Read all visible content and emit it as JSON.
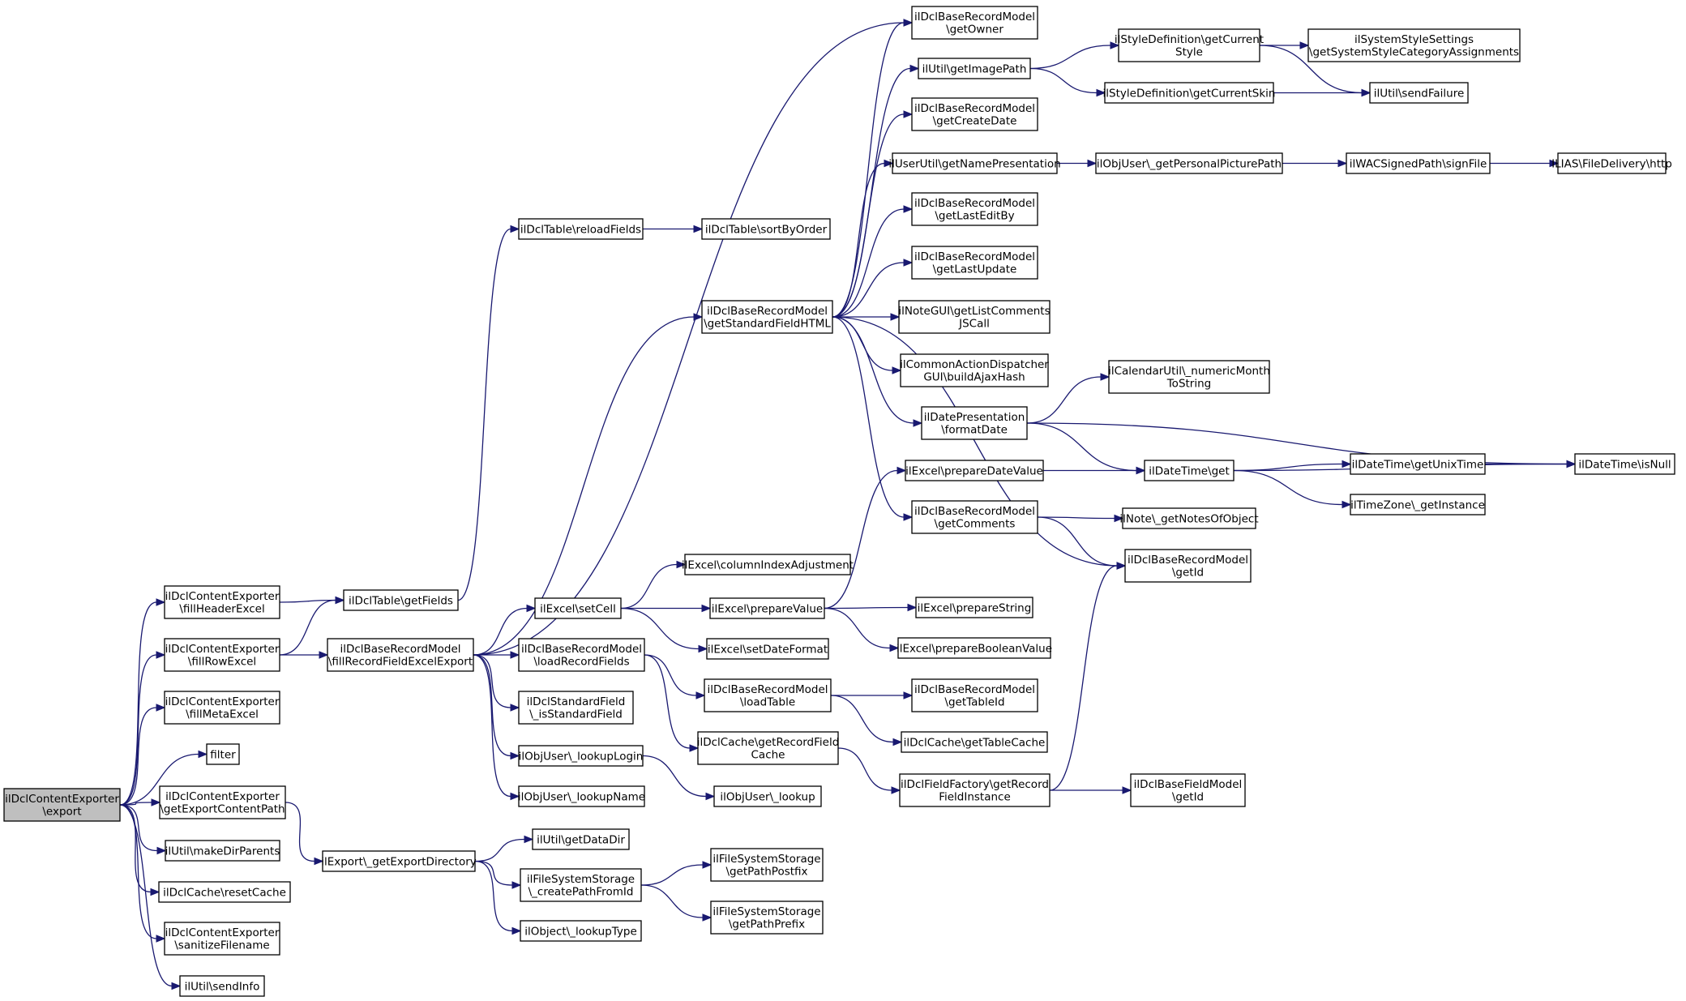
{
  "graph": {
    "root": "export",
    "nodes": [
      {
        "id": "export",
        "lines": [
          "ilDclContentExporter",
          "\\export"
        ],
        "root": true
      },
      {
        "id": "fillHeaderExcel",
        "lines": [
          "ilDclContentExporter",
          "\\fillHeaderExcel"
        ]
      },
      {
        "id": "fillRowExcel",
        "lines": [
          "ilDclContentExporter",
          "\\fillRowExcel"
        ]
      },
      {
        "id": "fillMetaExcel",
        "lines": [
          "ilDclContentExporter",
          "\\fillMetaExcel"
        ]
      },
      {
        "id": "filter",
        "lines": [
          "filter"
        ]
      },
      {
        "id": "getExportContentPath",
        "lines": [
          "ilDclContentExporter",
          "\\getExportContentPath"
        ]
      },
      {
        "id": "makeDirParents",
        "lines": [
          "ilUtil\\makeDirParents"
        ]
      },
      {
        "id": "resetCache",
        "lines": [
          "ilDclCache\\resetCache"
        ]
      },
      {
        "id": "sanitizeFilename",
        "lines": [
          "ilDclContentExporter",
          "\\sanitizeFilename"
        ]
      },
      {
        "id": "sendInfo",
        "lines": [
          "ilUtil\\sendInfo"
        ]
      },
      {
        "id": "getFields",
        "lines": [
          "ilDclTable\\getFields"
        ]
      },
      {
        "id": "fillRecordFieldExcelExport",
        "lines": [
          "ilDclBaseRecordModel",
          "\\fillRecordFieldExcelExport"
        ]
      },
      {
        "id": "getExportDirectory",
        "lines": [
          "ilExport\\_getExportDirectory"
        ]
      },
      {
        "id": "reloadFields",
        "lines": [
          "ilDclTable\\reloadFields"
        ]
      },
      {
        "id": "sortByOrder",
        "lines": [
          "ilDclTable\\sortByOrder"
        ]
      },
      {
        "id": "getStandardFieldHTML",
        "lines": [
          "ilDclBaseRecordModel",
          "\\getStandardFieldHTML"
        ]
      },
      {
        "id": "setCell",
        "lines": [
          "ilExcel\\setCell"
        ]
      },
      {
        "id": "loadRecordFields",
        "lines": [
          "ilDclBaseRecordModel",
          "\\loadRecordFields"
        ]
      },
      {
        "id": "isStandardField",
        "lines": [
          "ilDclStandardField",
          "\\_isStandardField"
        ]
      },
      {
        "id": "lookupLogin",
        "lines": [
          "ilObjUser\\_lookupLogin"
        ]
      },
      {
        "id": "lookupName",
        "lines": [
          "ilObjUser\\_lookupName"
        ]
      },
      {
        "id": "getDataDir",
        "lines": [
          "ilUtil\\getDataDir"
        ]
      },
      {
        "id": "createPathFromId",
        "lines": [
          "ilFileSystemStorage",
          "\\_createPathFromId"
        ]
      },
      {
        "id": "lookupType",
        "lines": [
          "ilObject\\_lookupType"
        ]
      },
      {
        "id": "getPathPostfix",
        "lines": [
          "ilFileSystemStorage",
          "\\getPathPostfix"
        ]
      },
      {
        "id": "getPathPrefix",
        "lines": [
          "ilFileSystemStorage",
          "\\getPathPrefix"
        ]
      },
      {
        "id": "columnIndexAdjustment",
        "lines": [
          "ilExcel\\columnIndexAdjustment"
        ]
      },
      {
        "id": "prepareValue",
        "lines": [
          "ilExcel\\prepareValue"
        ]
      },
      {
        "id": "setDateFormat",
        "lines": [
          "ilExcel\\setDateFormat"
        ]
      },
      {
        "id": "loadTable",
        "lines": [
          "ilDclBaseRecordModel",
          "\\loadTable"
        ]
      },
      {
        "id": "getRecordFieldCache",
        "lines": [
          "ilDclCache\\getRecordField",
          "Cache"
        ]
      },
      {
        "id": "lookup",
        "lines": [
          "ilObjUser\\_lookup"
        ]
      },
      {
        "id": "getOwner",
        "lines": [
          "ilDclBaseRecordModel",
          "\\getOwner"
        ]
      },
      {
        "id": "getImagePath",
        "lines": [
          "ilUtil\\getImagePath"
        ]
      },
      {
        "id": "getCreateDate",
        "lines": [
          "ilDclBaseRecordModel",
          "\\getCreateDate"
        ]
      },
      {
        "id": "getNamePresentation",
        "lines": [
          "ilUserUtil\\getNamePresentation"
        ]
      },
      {
        "id": "getLastEditBy",
        "lines": [
          "ilDclBaseRecordModel",
          "\\getLastEditBy"
        ]
      },
      {
        "id": "getLastUpdate",
        "lines": [
          "ilDclBaseRecordModel",
          "\\getLastUpdate"
        ]
      },
      {
        "id": "getListCommentsJSCall",
        "lines": [
          "ilNoteGUI\\getListComments",
          "JSCall"
        ]
      },
      {
        "id": "buildAjaxHash",
        "lines": [
          "ilCommonActionDispatcher",
          "GUI\\buildAjaxHash"
        ]
      },
      {
        "id": "formatDate",
        "lines": [
          "ilDatePresentation",
          "\\formatDate"
        ]
      },
      {
        "id": "prepareDateValue",
        "lines": [
          "ilExcel\\prepareDateValue"
        ]
      },
      {
        "id": "getComments",
        "lines": [
          "ilDclBaseRecordModel",
          "\\getComments"
        ]
      },
      {
        "id": "prepareString",
        "lines": [
          "ilExcel\\prepareString"
        ]
      },
      {
        "id": "prepareBooleanValue",
        "lines": [
          "ilExcel\\prepareBooleanValue"
        ]
      },
      {
        "id": "getTableId",
        "lines": [
          "ilDclBaseRecordModel",
          "\\getTableId"
        ]
      },
      {
        "id": "getTableCache",
        "lines": [
          "ilDclCache\\getTableCache"
        ]
      },
      {
        "id": "getRecordFieldInstance",
        "lines": [
          "ilDclFieldFactory\\getRecord",
          "FieldInstance"
        ]
      },
      {
        "id": "getCurrentStyle",
        "lines": [
          "ilStyleDefinition\\getCurrent",
          "Style"
        ]
      },
      {
        "id": "getCurrentSkin",
        "lines": [
          "ilStyleDefinition\\getCurrentSkin"
        ]
      },
      {
        "id": "getPersonalPicturePath",
        "lines": [
          "ilObjUser\\_getPersonalPicturePath"
        ]
      },
      {
        "id": "numericMonthToString",
        "lines": [
          "ilCalendarUtil\\_numericMonth",
          "ToString"
        ]
      },
      {
        "id": "dateTimeGet",
        "lines": [
          "ilDateTime\\get"
        ]
      },
      {
        "id": "getNotesOfObject",
        "lines": [
          "ilNote\\_getNotesOfObject"
        ]
      },
      {
        "id": "recordGetId",
        "lines": [
          "ilDclBaseRecordModel",
          "\\getId"
        ]
      },
      {
        "id": "fieldGetId",
        "lines": [
          "ilDclBaseFieldModel",
          "\\getId"
        ]
      },
      {
        "id": "getSystemStyleCategoryAssignments",
        "lines": [
          "ilSystemStyleSettings",
          "\\getSystemStyleCategoryAssignments"
        ]
      },
      {
        "id": "sendFailure",
        "lines": [
          "ilUtil\\sendFailure"
        ]
      },
      {
        "id": "signFile",
        "lines": [
          "ilWACSignedPath\\signFile"
        ]
      },
      {
        "id": "getUnixTime",
        "lines": [
          "ilDateTime\\getUnixTime"
        ]
      },
      {
        "id": "getInstance",
        "lines": [
          "ilTimeZone\\_getInstance"
        ]
      },
      {
        "id": "http",
        "lines": [
          "ILIAS\\FileDelivery\\http"
        ]
      },
      {
        "id": "isNull",
        "lines": [
          "ilDateTime\\isNull"
        ]
      }
    ],
    "edges": [
      [
        "export",
        "fillHeaderExcel"
      ],
      [
        "export",
        "fillRowExcel"
      ],
      [
        "export",
        "fillMetaExcel"
      ],
      [
        "export",
        "filter"
      ],
      [
        "export",
        "getExportContentPath"
      ],
      [
        "export",
        "makeDirParents"
      ],
      [
        "export",
        "resetCache"
      ],
      [
        "export",
        "sanitizeFilename"
      ],
      [
        "export",
        "sendInfo"
      ],
      [
        "fillHeaderExcel",
        "getFields"
      ],
      [
        "fillRowExcel",
        "getFields"
      ],
      [
        "fillRowExcel",
        "fillRecordFieldExcelExport"
      ],
      [
        "getExportContentPath",
        "getExportDirectory"
      ],
      [
        "getFields",
        "reloadFields"
      ],
      [
        "reloadFields",
        "sortByOrder"
      ],
      [
        "fillRecordFieldExcelExport",
        "getOwner"
      ],
      [
        "fillRecordFieldExcelExport",
        "getStandardFieldHTML"
      ],
      [
        "fillRecordFieldExcelExport",
        "setCell"
      ],
      [
        "fillRecordFieldExcelExport",
        "loadRecordFields"
      ],
      [
        "fillRecordFieldExcelExport",
        "isStandardField"
      ],
      [
        "fillRecordFieldExcelExport",
        "lookupLogin"
      ],
      [
        "fillRecordFieldExcelExport",
        "lookupName"
      ],
      [
        "getExportDirectory",
        "getDataDir"
      ],
      [
        "getExportDirectory",
        "createPathFromId"
      ],
      [
        "getExportDirectory",
        "lookupType"
      ],
      [
        "createPathFromId",
        "getPathPostfix"
      ],
      [
        "createPathFromId",
        "getPathPrefix"
      ],
      [
        "setCell",
        "columnIndexAdjustment"
      ],
      [
        "setCell",
        "prepareValue"
      ],
      [
        "setCell",
        "setDateFormat"
      ],
      [
        "loadRecordFields",
        "loadTable"
      ],
      [
        "loadRecordFields",
        "getRecordFieldCache"
      ],
      [
        "lookupLogin",
        "lookup"
      ],
      [
        "getStandardFieldHTML",
        "getOwner"
      ],
      [
        "getStandardFieldHTML",
        "getImagePath"
      ],
      [
        "getStandardFieldHTML",
        "getCreateDate"
      ],
      [
        "getStandardFieldHTML",
        "getNamePresentation"
      ],
      [
        "getStandardFieldHTML",
        "getLastEditBy"
      ],
      [
        "getStandardFieldHTML",
        "getLastUpdate"
      ],
      [
        "getStandardFieldHTML",
        "getListCommentsJSCall"
      ],
      [
        "getStandardFieldHTML",
        "buildAjaxHash"
      ],
      [
        "getStandardFieldHTML",
        "formatDate"
      ],
      [
        "getStandardFieldHTML",
        "getComments"
      ],
      [
        "getStandardFieldHTML",
        "recordGetId"
      ],
      [
        "prepareValue",
        "prepareDateValue"
      ],
      [
        "prepareValue",
        "prepareString"
      ],
      [
        "prepareValue",
        "prepareBooleanValue"
      ],
      [
        "loadTable",
        "getTableId"
      ],
      [
        "loadTable",
        "getTableCache"
      ],
      [
        "getRecordFieldCache",
        "getRecordFieldInstance"
      ],
      [
        "getRecordFieldInstance",
        "recordGetId"
      ],
      [
        "getRecordFieldInstance",
        "fieldGetId"
      ],
      [
        "getImagePath",
        "getCurrentStyle"
      ],
      [
        "getImagePath",
        "getCurrentSkin"
      ],
      [
        "getNamePresentation",
        "getPersonalPicturePath"
      ],
      [
        "formatDate",
        "numericMonthToString"
      ],
      [
        "formatDate",
        "dateTimeGet"
      ],
      [
        "formatDate",
        "isNull"
      ],
      [
        "prepareDateValue",
        "dateTimeGet"
      ],
      [
        "getComments",
        "getNotesOfObject"
      ],
      [
        "getComments",
        "recordGetId"
      ],
      [
        "getCurrentStyle",
        "getSystemStyleCategoryAssignments"
      ],
      [
        "getCurrentStyle",
        "sendFailure"
      ],
      [
        "getCurrentSkin",
        "sendFailure"
      ],
      [
        "getPersonalPicturePath",
        "signFile"
      ],
      [
        "signFile",
        "http"
      ],
      [
        "dateTimeGet",
        "getUnixTime"
      ],
      [
        "dateTimeGet",
        "getInstance"
      ],
      [
        "dateTimeGet",
        "isNull"
      ],
      [
        "getUnixTime",
        "isNull"
      ]
    ]
  }
}
